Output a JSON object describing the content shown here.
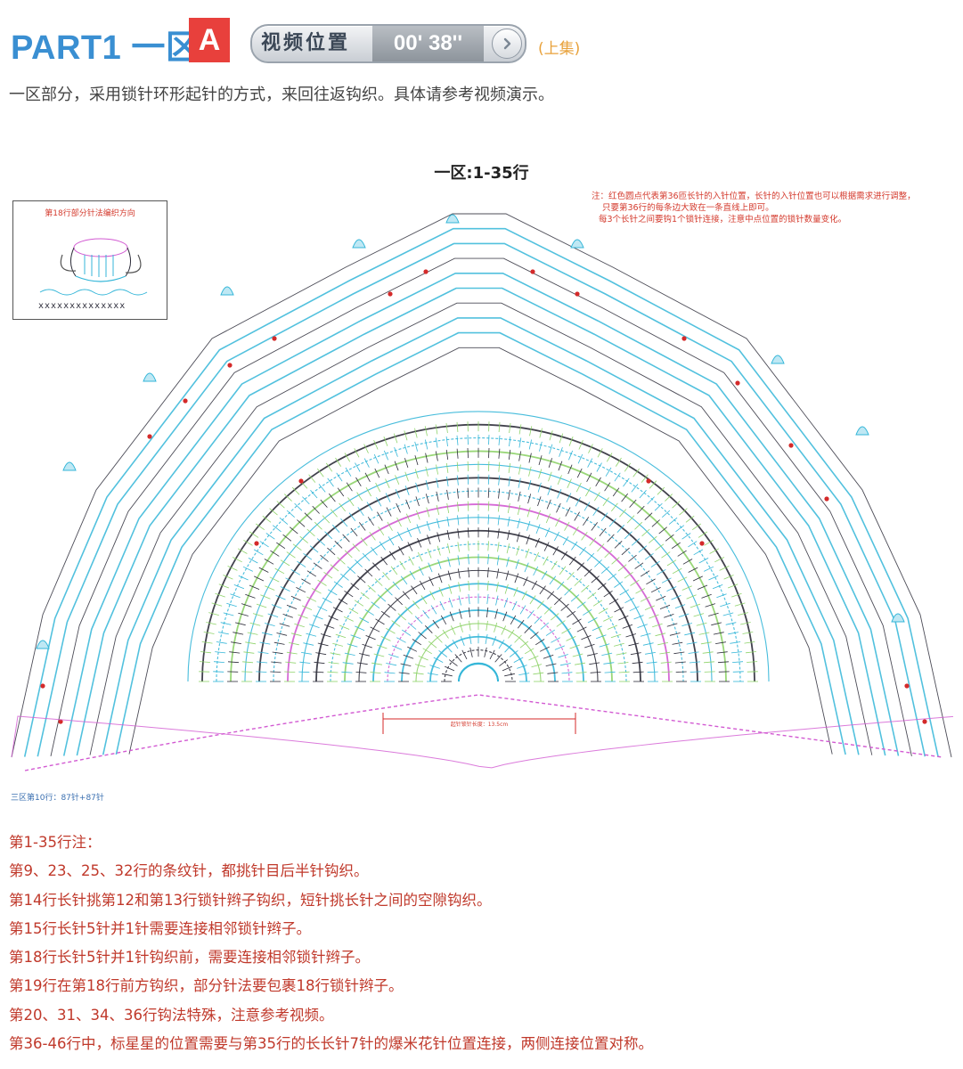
{
  "header": {
    "part_title": "PART1 一区",
    "part_badge": "A",
    "video_label": "视频位置",
    "video_time": "00' 38''",
    "video_part": "(上集)"
  },
  "intro": "一区部分，采用锁针环形起针的方式，来回往返钩织。具体请参考视频演示。",
  "diagram": {
    "title": "一区:1-35行",
    "inset_title": "第18行部分针法编织方向",
    "note_lines": [
      "注：红色圆点代表第36匝长针的入针位置，长针的入针位置也可以根据需求进行调整，",
      "只要第36行的每条边大致在一条直线上即可。",
      "每3个长针之间要钩1个锁针连接，注意中点位置的锁针数量变化。"
    ],
    "measure_label": "起针锁针长度：13.5cm",
    "bottom_left_note": "三区第10行：87针+87针",
    "colors": {
      "cyan": "#34b6d8",
      "dark": "#2d2d3a",
      "green": "#8fd36a",
      "magenta": "#d25ad2",
      "red": "#d42a2a"
    }
  },
  "notes": {
    "lines": [
      "第1-35行注：",
      "第9、23、25、32行的条纹针，都挑针目后半针钩织。",
      "第14行长针挑第12和第13行锁针辫子钩织，短针挑长针之间的空隙钩织。",
      "第15行长针5针并1针需要连接相邻锁针辫子。",
      "第18行长针5针并1针钩织前，需要连接相邻锁针辫子。",
      "第19行在第18行前方钩织，部分针法要包裹18行锁针辫子。",
      "第20、31、34、36行钩法特殊，注意参考视频。",
      "第36-46行中，标星星的位置需要与第35行的长长针7针的爆米花针位置连接，两侧连接位置对称。"
    ]
  }
}
